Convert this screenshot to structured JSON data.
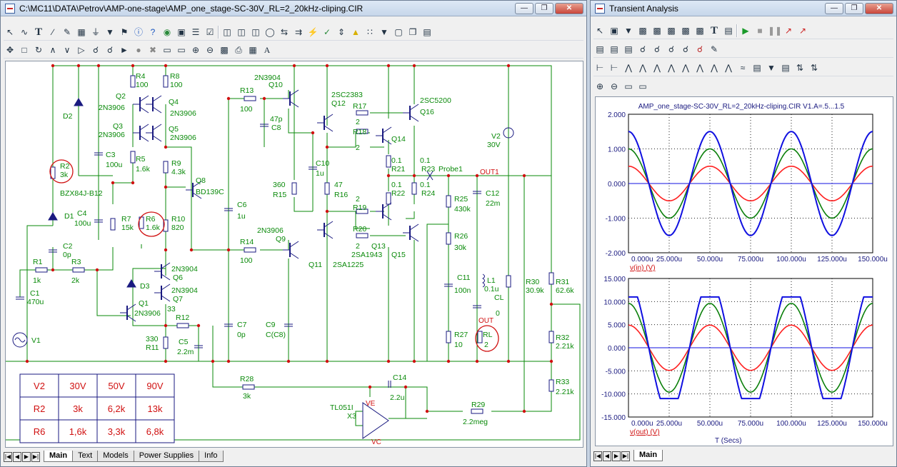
{
  "schematic": {
    "title": "C:\\MC11\\DATA\\Petrov\\AMP-one-stage\\AMP_one_stage-SC-30V_RL=2_20kHz-cliping.CIR",
    "components": [
      {
        "name": "R4",
        "value": "100"
      },
      {
        "name": "R8",
        "value": "100"
      },
      {
        "name": "Q2",
        "value": "2N3906"
      },
      {
        "name": "Q4",
        "value": "2N3906"
      },
      {
        "name": "Q3",
        "value": "2N3906"
      },
      {
        "name": "Q5",
        "value": "2N3906"
      },
      {
        "name": "D2",
        "value": ""
      },
      {
        "name": "C3",
        "value": "100u"
      },
      {
        "name": "R5",
        "value": "1.6k"
      },
      {
        "name": "R9",
        "value": "4.3k"
      },
      {
        "name": "Q8",
        "value": "BD139C"
      },
      {
        "name": "R2",
        "value": "3k"
      },
      {
        "name": "D1",
        "value": "BZX84J-B12"
      },
      {
        "name": "C4",
        "value": "100u"
      },
      {
        "name": "R7",
        "value": "15k"
      },
      {
        "name": "R6",
        "value": "1.6k"
      },
      {
        "name": "R10",
        "value": "820"
      },
      {
        "name": "C2",
        "value": "0p"
      },
      {
        "name": "R1",
        "value": "1k"
      },
      {
        "name": "R3",
        "value": "2k"
      },
      {
        "name": "C1",
        "value": "470u"
      },
      {
        "name": "V1",
        "value": ""
      },
      {
        "name": "Q6",
        "value": "2N3904"
      },
      {
        "name": "D3",
        "value": ""
      },
      {
        "name": "Q7",
        "value": "2N3904"
      },
      {
        "name": "Q1",
        "value": "2N3906"
      },
      {
        "name": "R12",
        "value": "33"
      },
      {
        "name": "R11",
        "value": "330"
      },
      {
        "name": "C5",
        "value": "2.2m"
      },
      {
        "name": "R13",
        "value": "100"
      },
      {
        "name": "Q10",
        "value": "2N3904"
      },
      {
        "name": "C8",
        "value": "47p"
      },
      {
        "name": "C6",
        "value": "1u"
      },
      {
        "name": "R14",
        "value": "100"
      },
      {
        "name": "Q9",
        "value": "2N3906"
      },
      {
        "name": "C7",
        "value": "0p"
      },
      {
        "name": "C9",
        "value": "C(C8)"
      },
      {
        "name": "R15",
        "value": "360"
      },
      {
        "name": "C10",
        "value": "1u"
      },
      {
        "name": "R16",
        "value": "47"
      },
      {
        "name": "Q12",
        "value": "2SC2383"
      },
      {
        "name": "Q11",
        "value": "2SA1225"
      },
      {
        "name": "R17",
        "value": "2"
      },
      {
        "name": "R18",
        "value": "2"
      },
      {
        "name": "R19",
        "value": "2"
      },
      {
        "name": "R20",
        "value": "2"
      },
      {
        "name": "Q13",
        "value": "2SA1943"
      },
      {
        "name": "Q14",
        "value": ""
      },
      {
        "name": "Q15",
        "value": ""
      },
      {
        "name": "Q16",
        "value": "2SC5200"
      },
      {
        "name": "R21",
        "value": "0.1"
      },
      {
        "name": "R22",
        "value": "0.1"
      },
      {
        "name": "R23",
        "value": "0.1"
      },
      {
        "name": "R24",
        "value": "0.1"
      },
      {
        "name": "Probe1",
        "value": ""
      },
      {
        "name": "V2",
        "value": "30V"
      },
      {
        "name": "R25",
        "value": "430k"
      },
      {
        "name": "C12",
        "value": "22m"
      },
      {
        "name": "R26",
        "value": "30k"
      },
      {
        "name": "C11",
        "value": "100n"
      },
      {
        "name": "L1",
        "value": "0.1u"
      },
      {
        "name": "CL",
        "value": "0"
      },
      {
        "name": "R27",
        "value": "10"
      },
      {
        "name": "RL",
        "value": "2"
      },
      {
        "name": "R30",
        "value": "30.9k"
      },
      {
        "name": "R31",
        "value": "62.6k"
      },
      {
        "name": "R32",
        "value": "2.21k"
      },
      {
        "name": "R33",
        "value": "2.21k"
      },
      {
        "name": "R28",
        "value": "3k"
      },
      {
        "name": "C14",
        "value": "2.2u"
      },
      {
        "name": "R29",
        "value": "2.2meg"
      },
      {
        "name": "X3",
        "value": "TL051I"
      }
    ],
    "node_labels": {
      "out1": "OUT1",
      "out": "OUT",
      "ve": "VE",
      "vc": "VC"
    },
    "table": [
      [
        "V2",
        "30V",
        "50V",
        "90V"
      ],
      [
        "R2",
        "3k",
        "6,2k",
        "13k"
      ],
      [
        "R6",
        "1,6k",
        "3,3k",
        "6,8k"
      ]
    ],
    "tabs": [
      "Main",
      "Text",
      "Models",
      "Power Supplies",
      "Info"
    ]
  },
  "transient": {
    "title": "Transient Analysis",
    "plot_title": "AMP_one_stage-SC-30V_RL=2_20kHz-cliping.CIR V1.A=.5...1.5",
    "tabs": [
      "Main"
    ],
    "colors": {
      "red": "#ff2020",
      "green": "#0a7f0a",
      "blue": "#1010e0"
    },
    "chart_data": [
      {
        "type": "line",
        "ylabel": "v(in) (V)",
        "xlabel": "",
        "xlim": [
          0,
          150
        ],
        "ylim": [
          -2,
          2
        ],
        "x_ticks": [
          "0.000u",
          "25.000u",
          "50.000u",
          "75.000u",
          "100.000u",
          "125.000u",
          "150.000u"
        ],
        "y_ticks": [
          "2.000",
          "1.000",
          "0.000",
          "-1.000",
          "-2.000"
        ],
        "frequency_khz": 20,
        "series": [
          {
            "amplitude": 0.5,
            "clip": null,
            "color": "red"
          },
          {
            "amplitude": 1.0,
            "clip": null,
            "color": "green"
          },
          {
            "amplitude": 1.5,
            "clip": null,
            "color": "blue"
          }
        ]
      },
      {
        "type": "line",
        "ylabel": "v(out) (V)",
        "xlabel": "T (Secs)",
        "xlim": [
          0,
          150
        ],
        "ylim": [
          -15,
          15
        ],
        "x_ticks": [
          "0.000u",
          "25.000u",
          "50.000u",
          "75.000u",
          "100.000u",
          "125.000u",
          "150.000u"
        ],
        "y_ticks": [
          "15.000",
          "10.000",
          "5.000",
          "0.000",
          "-5.000",
          "-10.000",
          "-15.000"
        ],
        "frequency_khz": 20,
        "series": [
          {
            "amplitude": 4.9,
            "clip": null,
            "color": "red"
          },
          {
            "amplitude": 9.6,
            "clip": null,
            "color": "green"
          },
          {
            "amplitude": 14.3,
            "clip": 11.0,
            "color": "blue"
          }
        ]
      }
    ]
  }
}
